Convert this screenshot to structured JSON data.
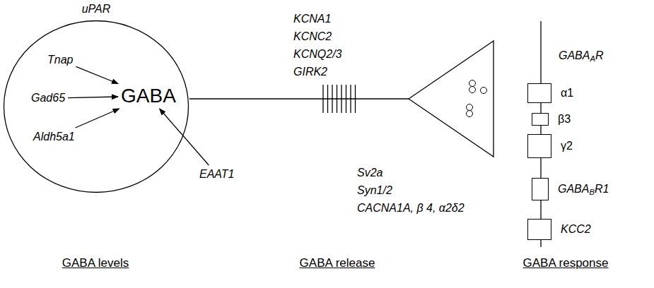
{
  "diagram": {
    "nodes": [
      {
        "text": [
          "uPAR"
        ]
      },
      {
        "text": [
          "Tnap"
        ],
        "in": 0
      },
      {
        "text": [
          "Gad65"
        ],
        "in": 0
      },
      {
        "text": [
          "GABA"
        ],
        "in": 0
      },
      {
        "text": [
          "Aldh5a1"
        ],
        "in": 0
      },
      {
        "text": [
          "EAAT1"
        ]
      },
      {
        "text": [
          "α1"
        ]
      },
      {
        "text": [
          "β3"
        ]
      },
      {
        "text": [
          "γ2"
        ]
      },
      {
        "text": [
          "GABABR1"
        ]
      },
      {
        "text": [
          "KCC2"
        ]
      }
    ],
    "edges": [
      {
        "from": 1,
        "to": 3,
        "arrow": "to"
      },
      {
        "from": 2,
        "to": 3,
        "arrow": "to"
      },
      {
        "from": 4,
        "to": 3,
        "arrow": "to"
      },
      {
        "from": 5,
        "to": 3,
        "arrow": "to"
      }
    ],
    "labels": [
      "KCNA1",
      "KCNC2",
      "KCNQ2/3",
      "GIRK2",
      "Sv2a",
      "Syn1/2",
      "CACNA1A, β 4, α2δ2",
      "GABAAR",
      "GABA levels",
      "GABA release",
      "GABA response"
    ]
  }
}
